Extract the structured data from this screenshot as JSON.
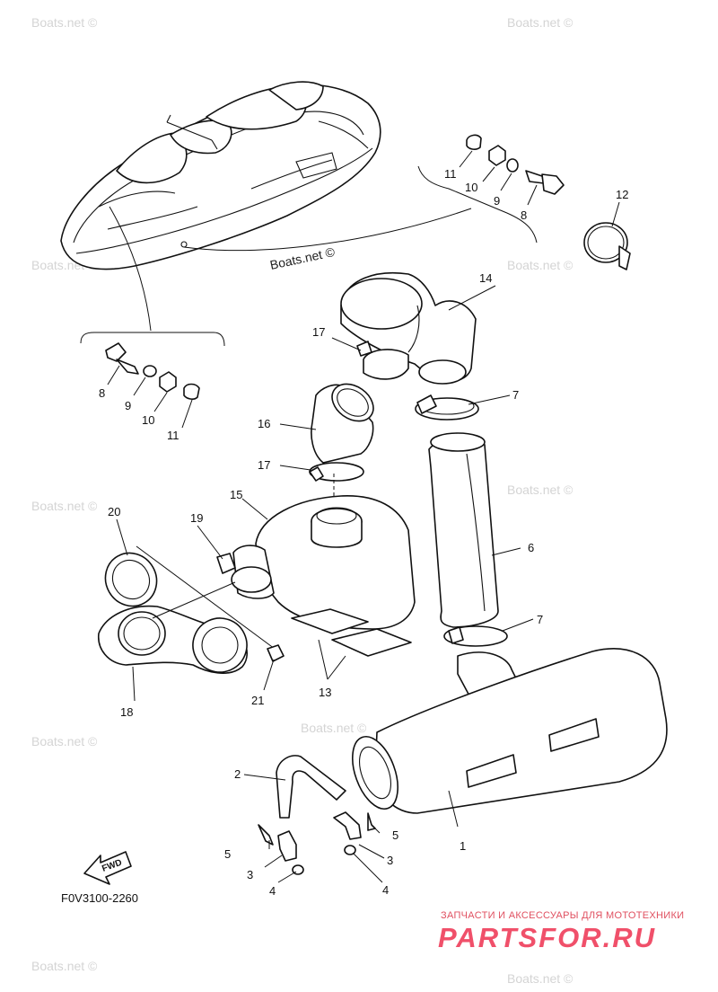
{
  "diagram_code": "F0V3100-2260",
  "watermark": "Boats.net ©",
  "watermark_inline": "Boats.net ©",
  "fwd_label": "FWD",
  "brand": {
    "tagline": "ЗАПЧАСТИ И АКСЕССУАРЫ ДЛЯ МОТОТЕХНИКИ",
    "name": "PARTSFOR.RU",
    "color": "#f0506a"
  },
  "callouts": {
    "c1": "1",
    "c2": "2",
    "c3a": "3",
    "c3b": "3",
    "c4a": "4",
    "c4b": "4",
    "c5a": "5",
    "c5b": "5",
    "c6": "6",
    "c7a": "7",
    "c7b": "7",
    "c8a": "8",
    "c8b": "8",
    "c9a": "9",
    "c9b": "9",
    "c10a": "10",
    "c10b": "10",
    "c11a": "11",
    "c11b": "11",
    "c12": "12",
    "c13": "13",
    "c14": "14",
    "c15": "15",
    "c16": "16",
    "c17a": "17",
    "c17b": "17",
    "c18": "18",
    "c19": "19",
    "c20": "20",
    "c21": "21"
  }
}
